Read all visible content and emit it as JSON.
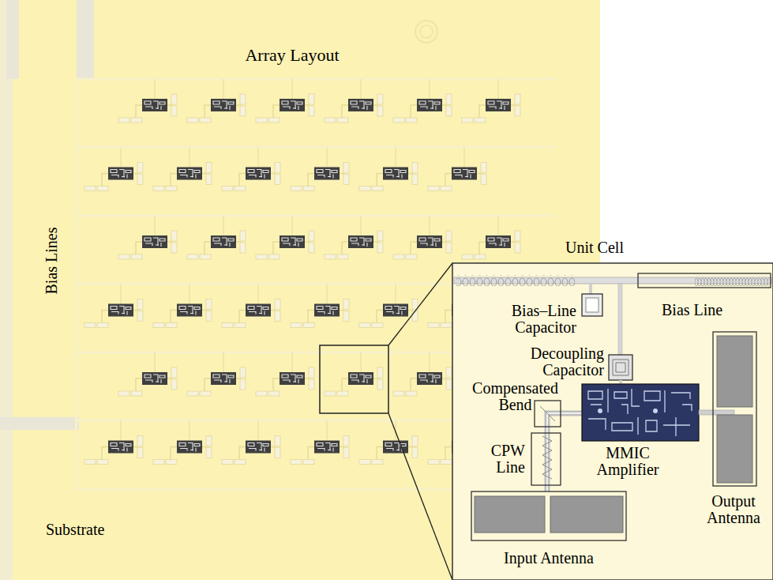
{
  "diagram": {
    "nodes": [
      {
        "text": [
          "Array Layout",
          "Bias Lines",
          "Substrate"
        ]
      },
      {
        "text": [
          "Unit Cell"
        ]
      }
    ],
    "labels": [
      "Bias–Line Capacitor",
      "Bias Line",
      "Decoupling Capacitor",
      "Compensated Bend",
      "CPW Line",
      "MMIC Amplifier",
      "Output Antenna",
      "Input Antenna"
    ]
  }
}
